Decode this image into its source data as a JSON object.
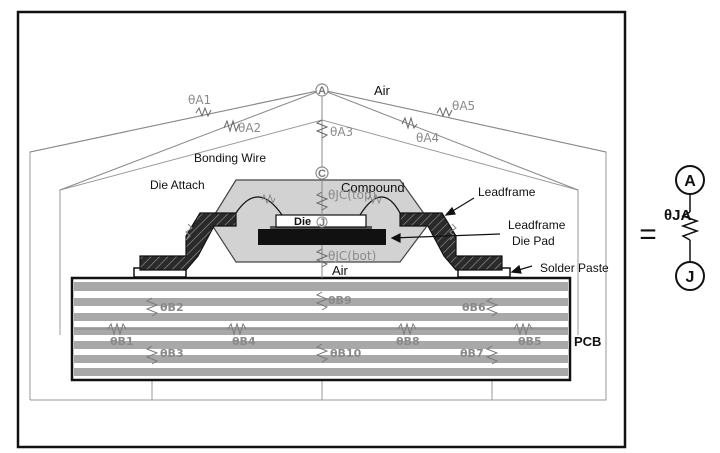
{
  "labels": {
    "air_top": "Air",
    "air_mid": "Air",
    "bonding_wire": "Bonding Wire",
    "compound": "Compound",
    "die_attach": "Die Attach",
    "die": "Die",
    "leadframe": "Leadframe",
    "leadframe_die_pad_1": "Leadframe",
    "leadframe_die_pad_2": "Die Pad",
    "solder_paste": "Solder Paste",
    "pcb": "PCB"
  },
  "nodes": {
    "ambient": "A",
    "case": "C",
    "junction": "J"
  },
  "resistances": {
    "a1": "θA1",
    "a2": "θA2",
    "a3": "θA3",
    "a4": "θA4",
    "a5": "θA5",
    "jc_top": "θJC(top)",
    "jc_bot": "θJC(bot)",
    "b1": "θB1",
    "b2": "θB2",
    "b3": "θB3",
    "b4": "θB4",
    "b5": "θB5",
    "b6": "θB6",
    "b7": "θB7",
    "b8": "θB8",
    "b9": "θB9",
    "b10": "θB10"
  },
  "equivalent": {
    "equals": "=",
    "theta": "θJA",
    "node_top": "A",
    "node_bottom": "J"
  }
}
